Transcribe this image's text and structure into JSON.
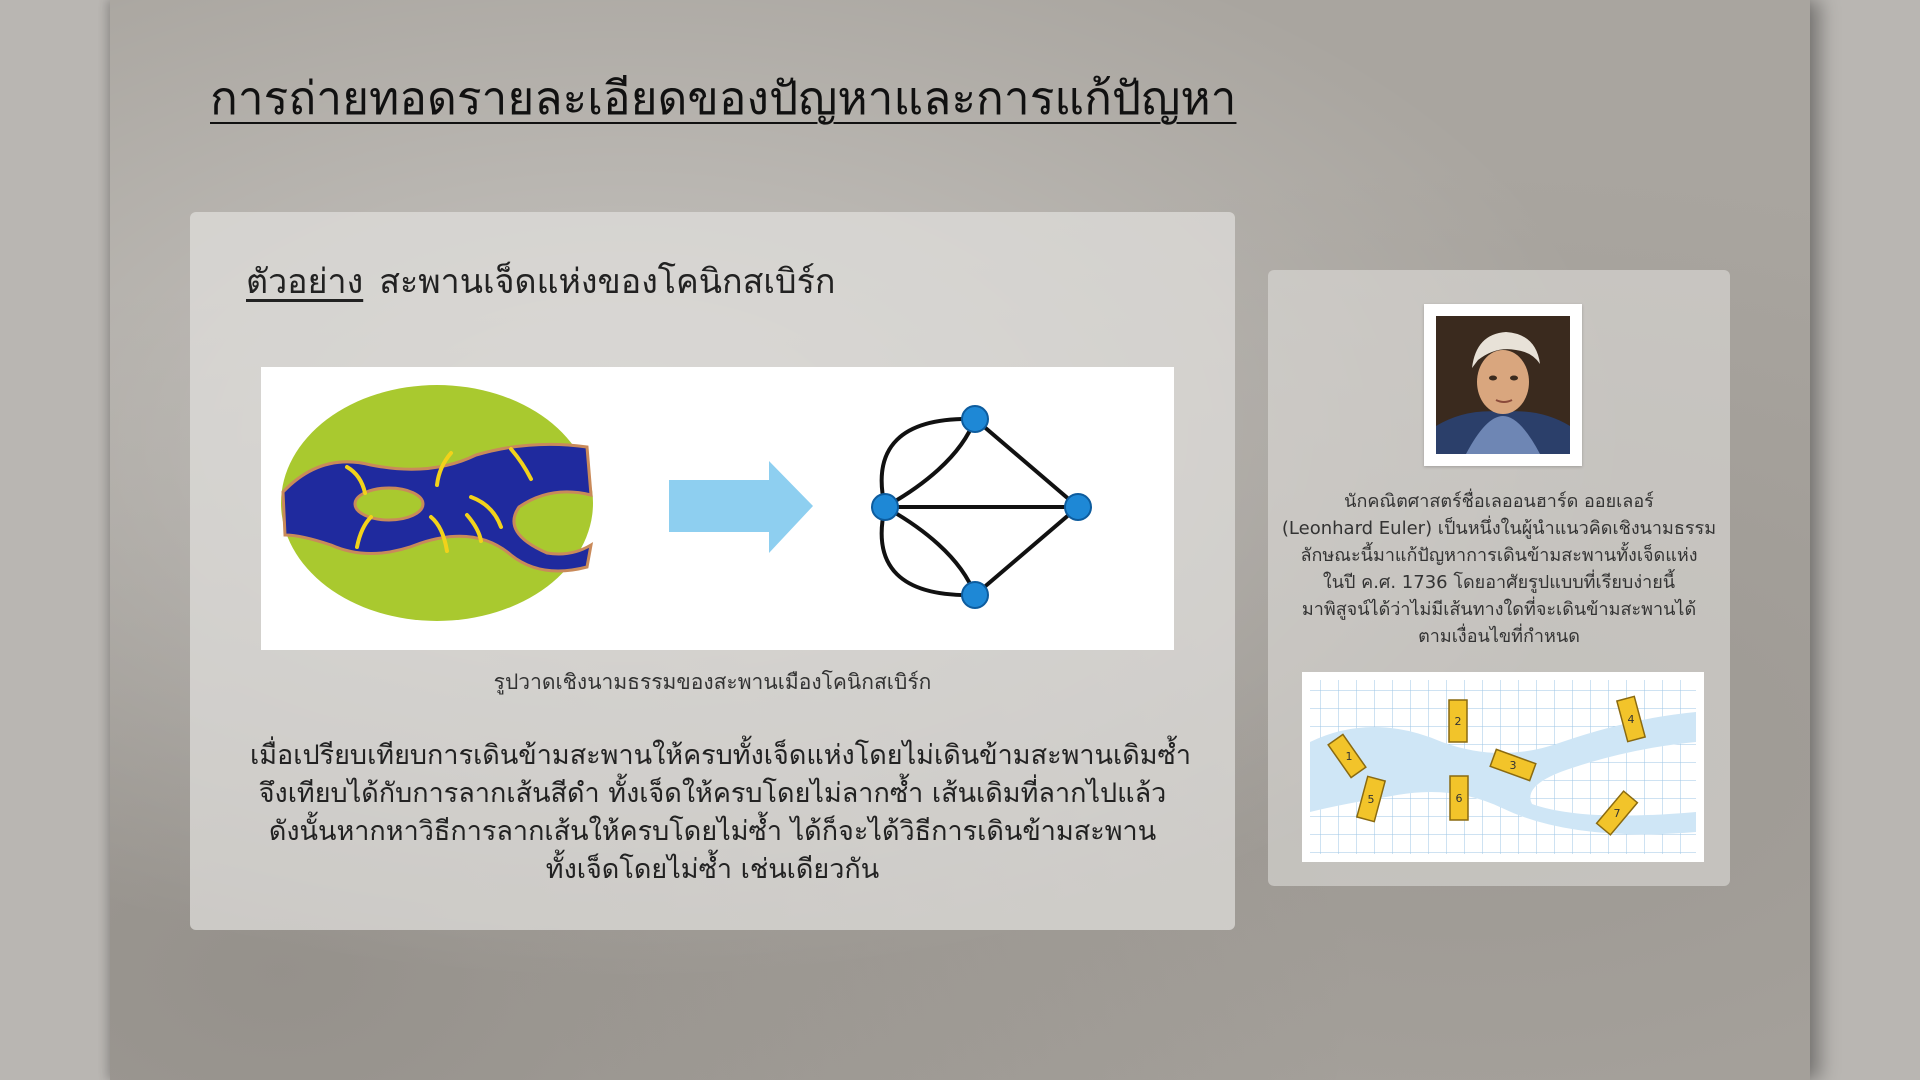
{
  "slide": {
    "title": "การถ่ายทอดรายละเอียดของปัญหาและการแก้ปัญหา",
    "example_label": "ตัวอย่าง",
    "example_title": "สะพานเจ็ดแห่งของโคนิกสเบิร์ก",
    "diagram_caption": "รูปวาดเชิงนามธรรมของสะพานเมืองโคนิกสเบิร์ก",
    "body_lines": [
      "เมื่อเปรียบเทียบการเดินข้ามสะพานให้ครบทั้งเจ็ดแห่งโดยไม่เดินข้ามสะพานเดิมซ้ำ",
      "จึงเทียบได้กับการลากเส้นสีดำ ทั้งเจ็ดให้ครบโดยไม่ลากซ้ำ เส้นเดิมที่ลากไปแล้ว",
      "ดังนั้นหากหาวิธีการลากเส้นให้ครบโดยไม่ซ้ำ ได้ก็จะได้วิธีการเดินข้ามสะพาน",
      "ทั้งเจ็ดโดยไม่ซ้ำ เช่นเดียวกัน"
    ],
    "bio_lines": [
      "นักคณิตศาสตร์ชื่อเลออนฮาร์ด ออยเลอร์",
      "(Leonhard Euler) เป็นหนึ่งในผู้นำแนวคิดเชิงนามธรรม",
      "ลักษณะนี้มาแก้ปัญหาการเดินข้ามสะพานทั้งเจ็ดแห่ง",
      "ในปี ค.ศ. 1736 โดยอาศัยรูปแบบที่เรียบง่ายนี้",
      "มาพิสูจน์ได้ว่าไม่มีเส้นทางใดที่จะเดินข้ามสะพานได้",
      "ตามเงื่อนไขที่กำหนด"
    ],
    "bridge_numbers": [
      "1",
      "2",
      "3",
      "4",
      "5",
      "6",
      "7"
    ]
  },
  "colors": {
    "land_green": "#a9c92f",
    "river_blue": "#1f2a9e",
    "bridge_yellow": "#f2d21a",
    "arrow_blue": "#8ecff0",
    "node_blue": "#1e88d6"
  }
}
